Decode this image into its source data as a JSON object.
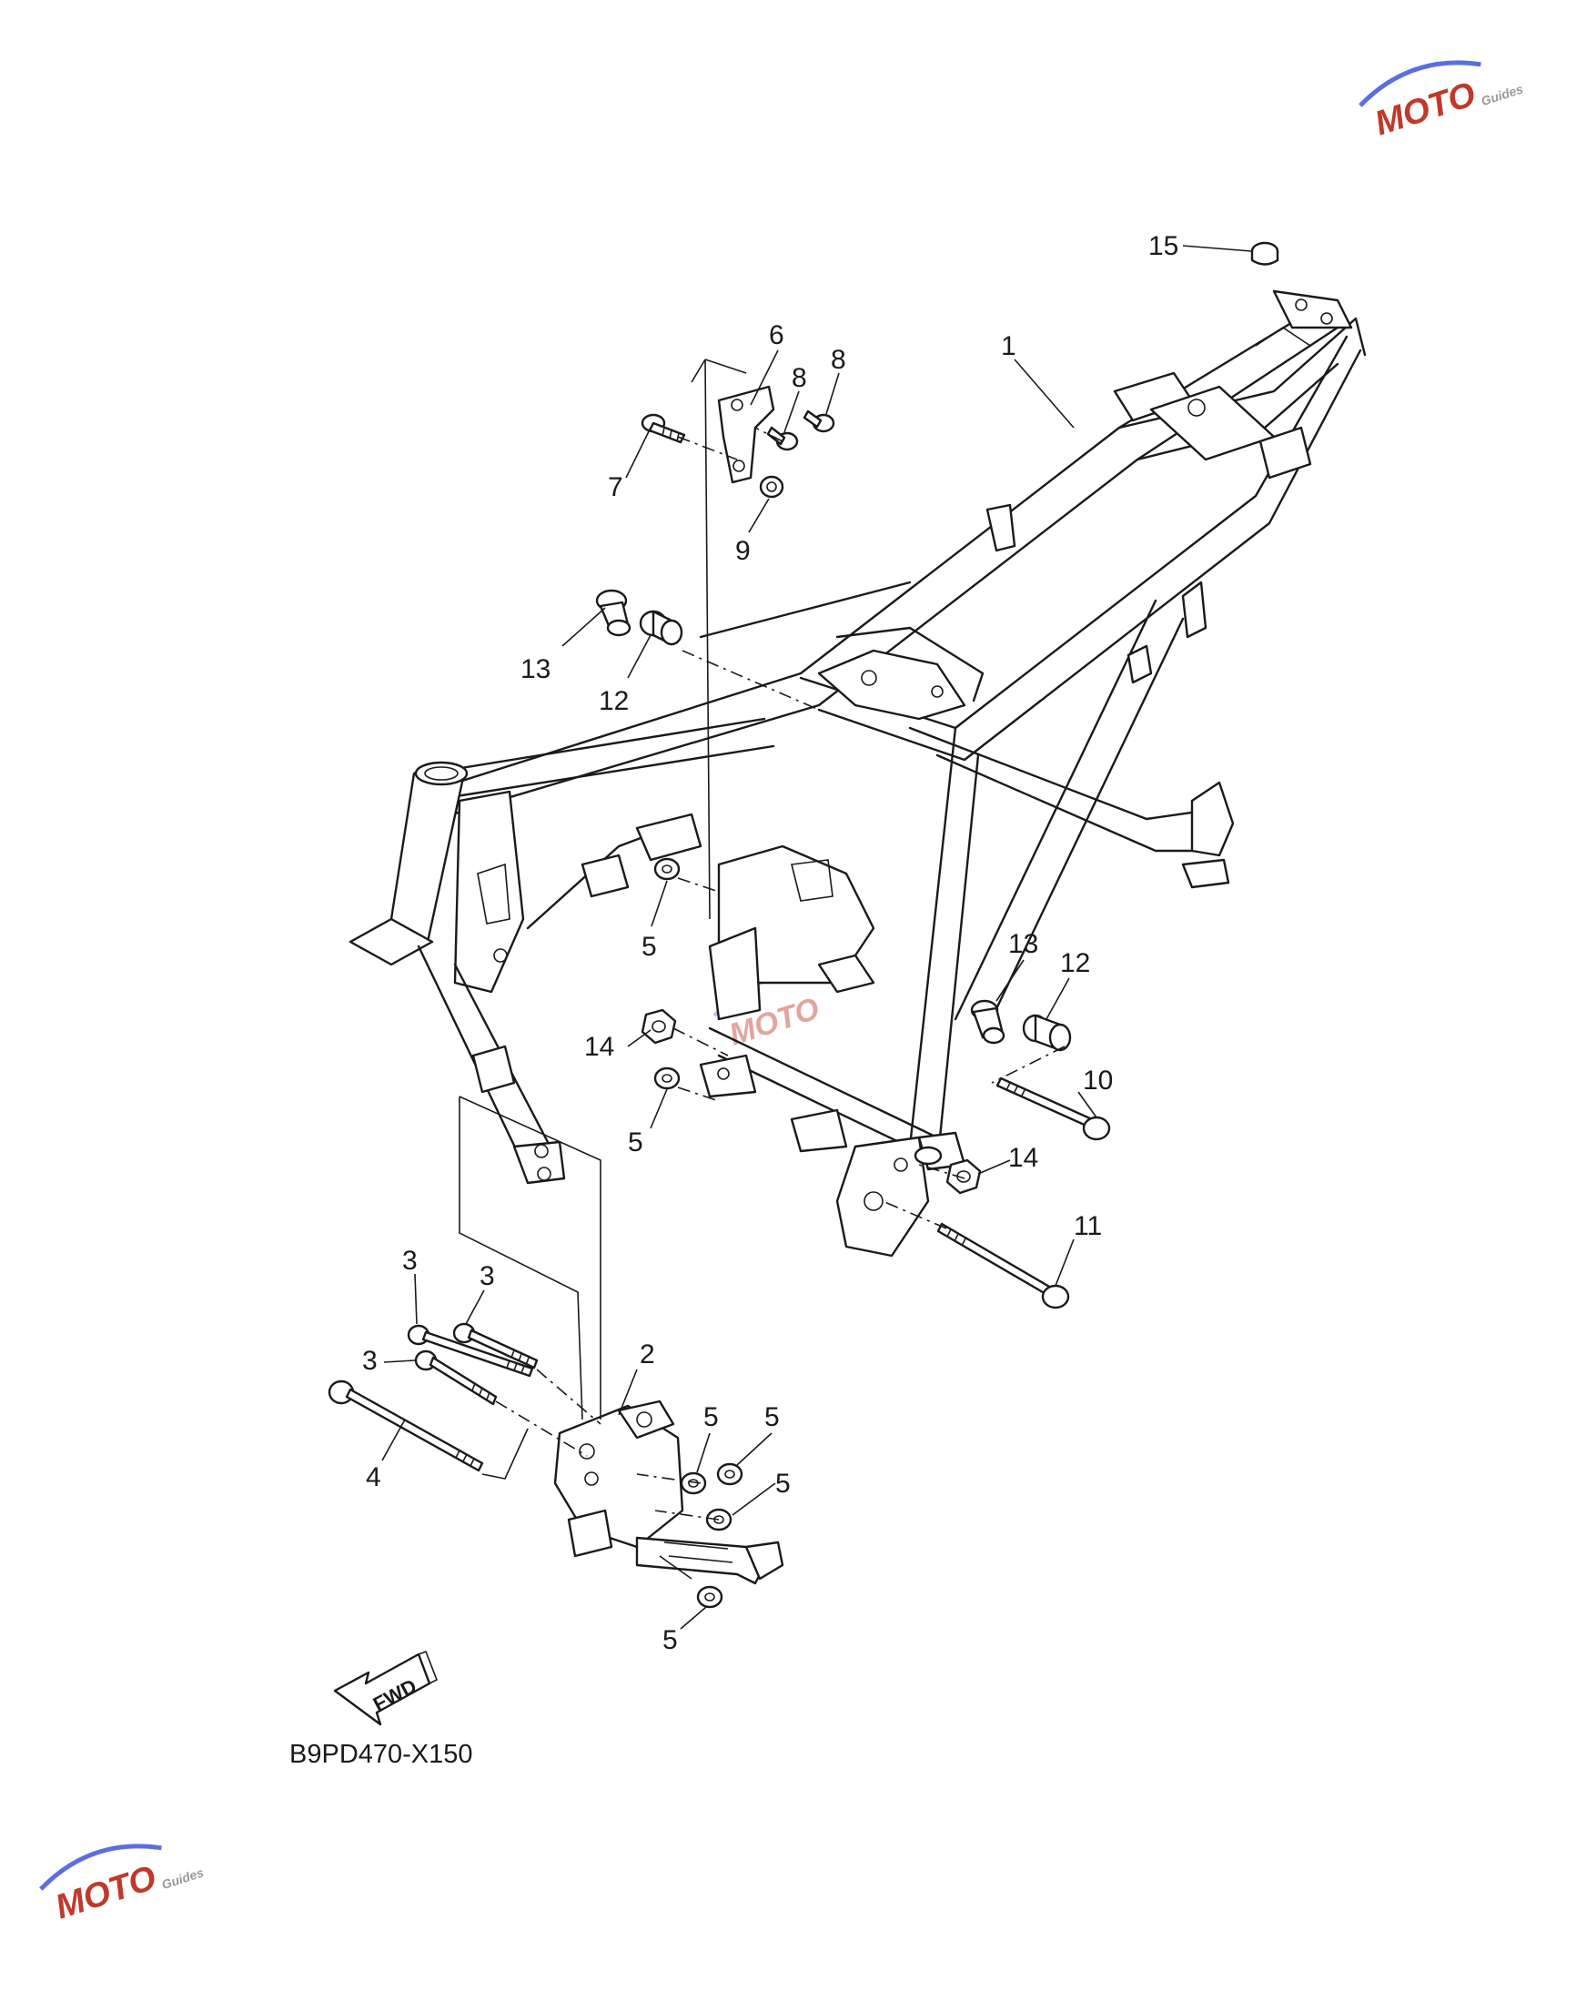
{
  "diagram_code": "B9PD470-X150",
  "fwd_label": "FWD",
  "watermark": {
    "text": "MOTO",
    "sub": "Guides",
    "accent": "#c0392b",
    "swoosh": "#5b6ee1"
  },
  "callouts": {
    "c1": "1",
    "c2": "2",
    "c3a": "3",
    "c3b": "3",
    "c3c": "3",
    "c4": "4",
    "c5a": "5",
    "c5b": "5",
    "c5c": "5",
    "c5d": "5",
    "c5e": "5",
    "c5f": "5",
    "c6": "6",
    "c7": "7",
    "c8a": "8",
    "c8b": "8",
    "c9": "9",
    "c10": "10",
    "c11": "11",
    "c12a": "12",
    "c12b": "12",
    "c13a": "13",
    "c13b": "13",
    "c14a": "14",
    "c14b": "14",
    "c15": "15"
  }
}
